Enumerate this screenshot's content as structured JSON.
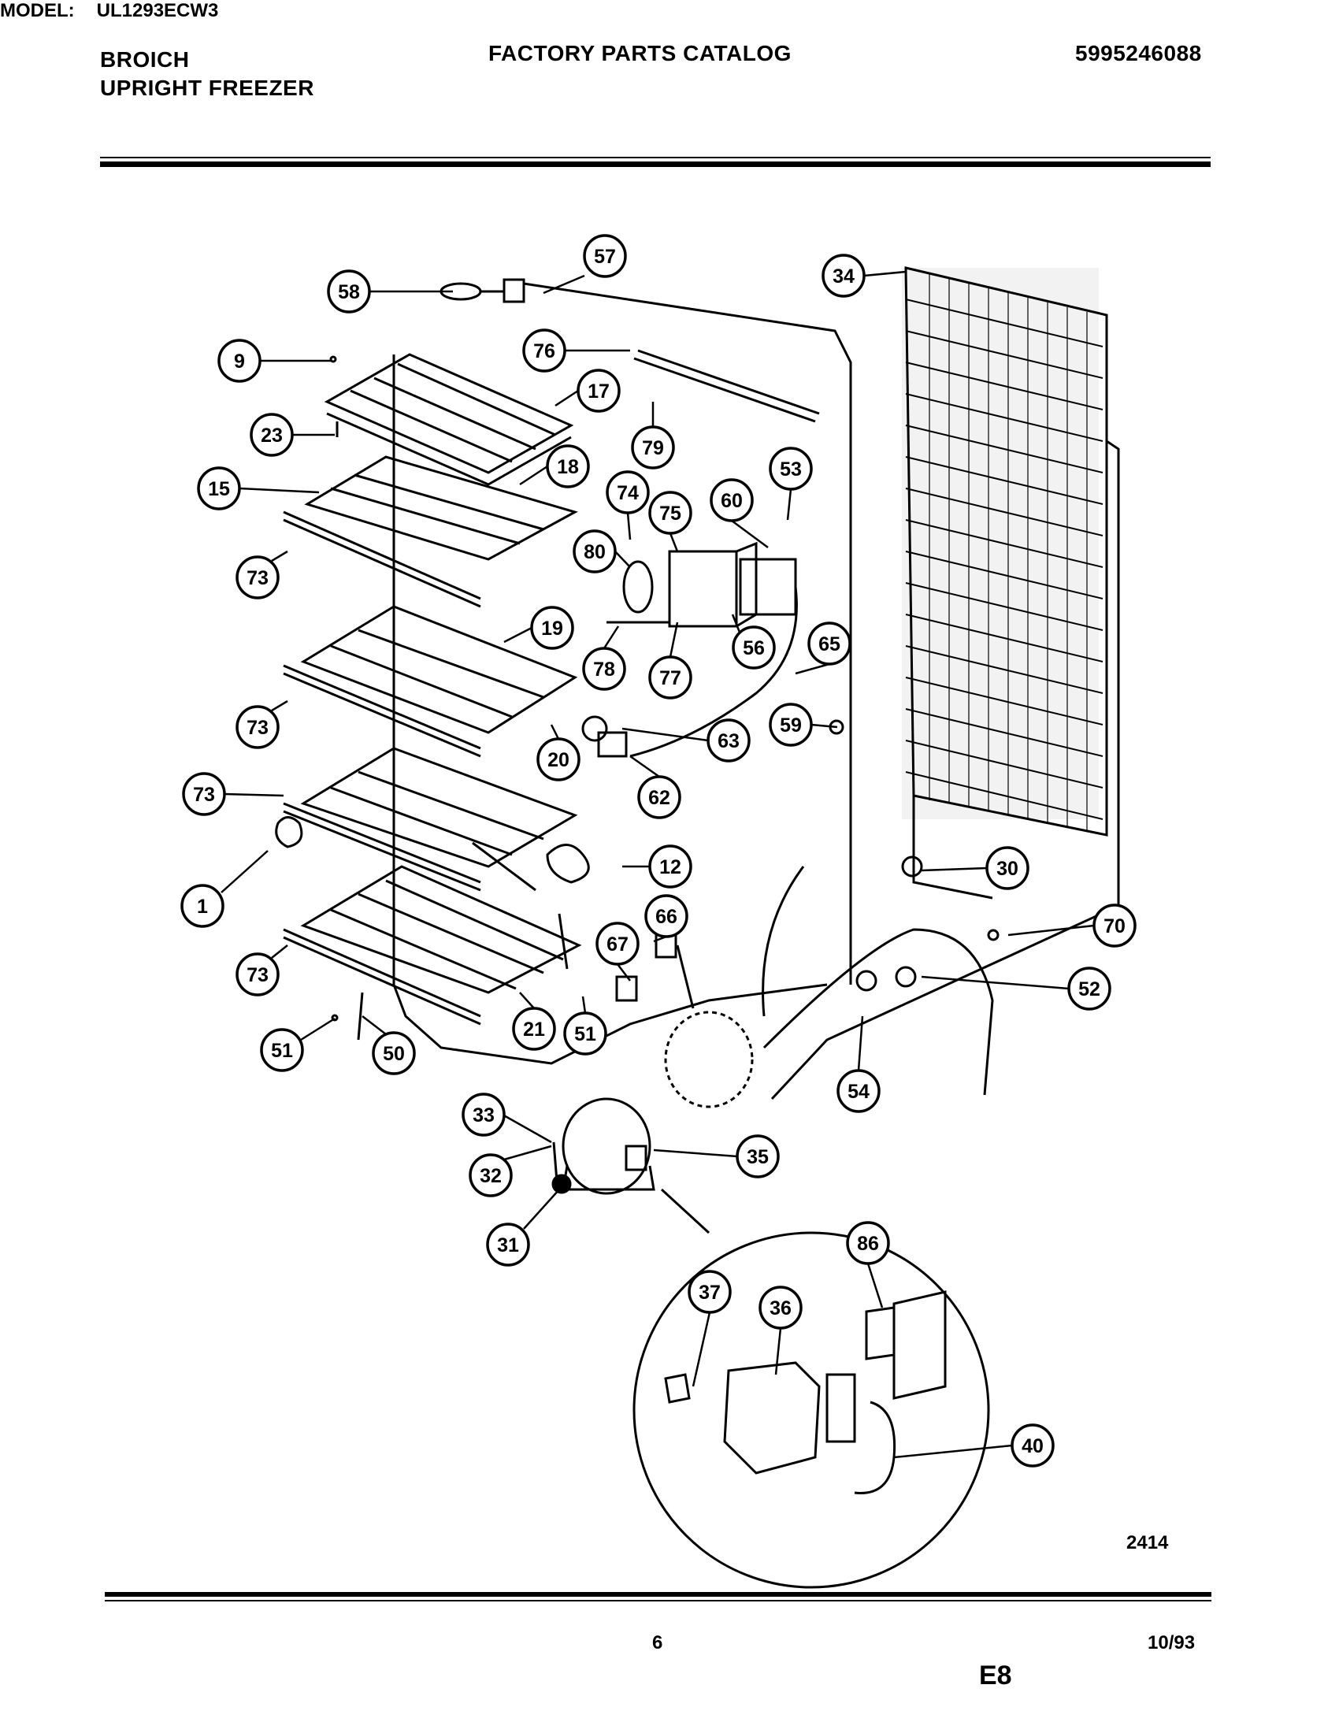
{
  "header": {
    "brand": "BROICH",
    "product": "UPRIGHT FREEZER",
    "title": "FACTORY PARTS CATALOG",
    "catalog_number": "5995246088"
  },
  "model": {
    "label": "MODEL:",
    "value": "UL1293ECW3"
  },
  "callouts": [
    "57",
    "58",
    "34",
    "9",
    "76",
    "17",
    "23",
    "79",
    "18",
    "53",
    "15",
    "74",
    "75",
    "60",
    "80",
    "73",
    "19",
    "65",
    "56",
    "78",
    "77",
    "59",
    "73",
    "63",
    "20",
    "62",
    "73",
    "12",
    "30",
    "1",
    "66",
    "70",
    "67",
    "52",
    "73",
    "51",
    "21",
    "51",
    "50",
    "54",
    "33",
    "35",
    "32",
    "31",
    "86",
    "37",
    "36",
    "40"
  ],
  "footer": {
    "figure_number": "2414",
    "page_number": "6",
    "date_code": "10/93",
    "section_code": "E8"
  }
}
